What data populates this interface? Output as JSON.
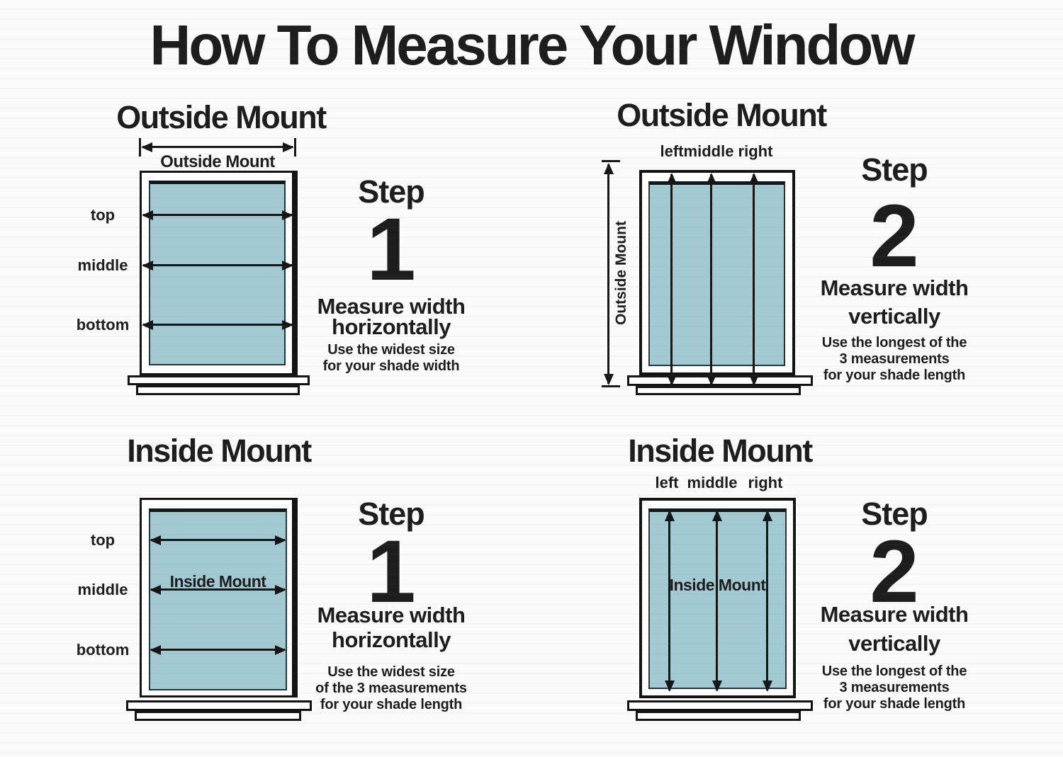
{
  "title": "How To Measure Your Window",
  "colors": {
    "ink": "#1d1d1d",
    "pane": "#a3c9d2"
  },
  "quadrants": {
    "q1": {
      "heading": "Outside Mount",
      "ruler_label": "Outside Mount",
      "row_labels": [
        "top",
        "middle",
        "bottom"
      ],
      "step_word": "Step",
      "step_number": "1",
      "instruction_line1": "Measure width",
      "instruction_line2": "horizontally",
      "note_lines": [
        "Use the widest size",
        "for your shade width"
      ]
    },
    "q2": {
      "heading": "Outside Mount",
      "side_label": "Outside Mount",
      "col_labels": [
        "left",
        "middle",
        "right"
      ],
      "step_word": "Step",
      "step_number": "2",
      "instruction_line1": "Measure width",
      "instruction_line2": "vertically",
      "note_lines": [
        "Use the longest of the",
        "3 measurements",
        "for your shade length"
      ]
    },
    "q3": {
      "heading": "Inside Mount",
      "pane_label": "Inside Mount",
      "row_labels": [
        "top",
        "middle",
        "bottom"
      ],
      "step_word": "Step",
      "step_number": "1",
      "instruction_line1": "Measure width",
      "instruction_line2": "horizontally",
      "note_lines": [
        "Use the widest size",
        "of the 3 measurements",
        "for your shade length"
      ]
    },
    "q4": {
      "heading": "Inside Mount",
      "pane_label": "Inside Mount",
      "col_labels": [
        "left",
        "middle",
        "right"
      ],
      "step_word": "Step",
      "step_number": "2",
      "instruction_line1": "Measure width",
      "instruction_line2": "vertically",
      "note_lines": [
        "Use the longest of the",
        "3 measurements",
        "for your shade length"
      ]
    }
  }
}
